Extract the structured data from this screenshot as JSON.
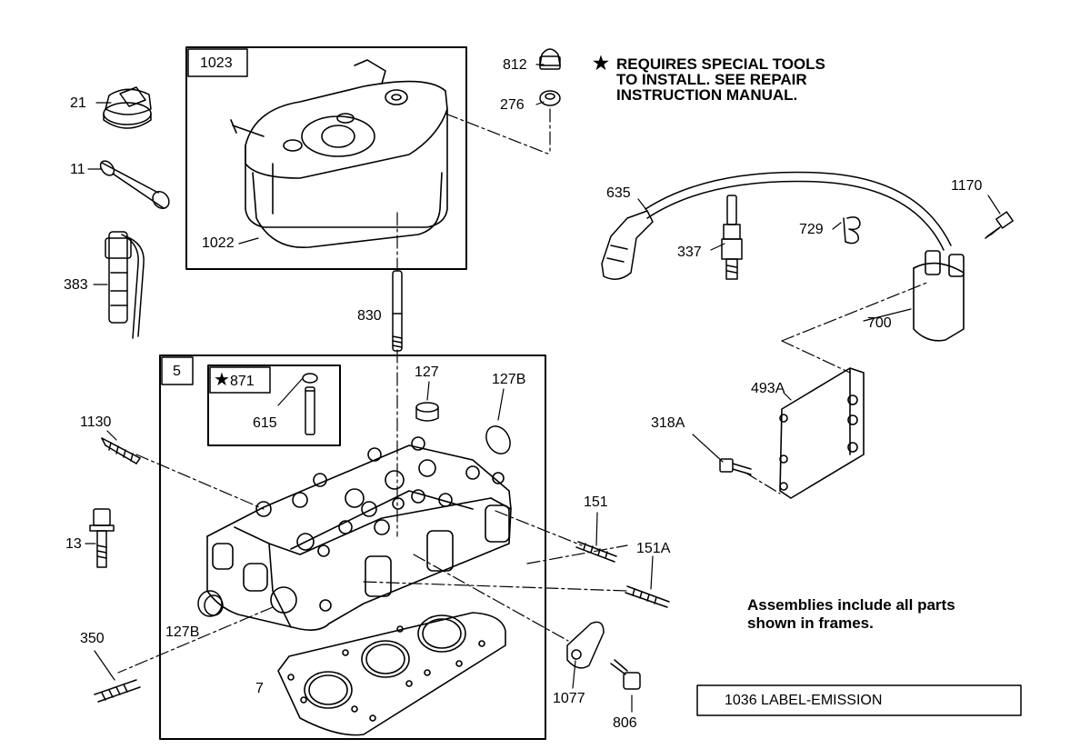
{
  "note": {
    "star": "★",
    "lines": [
      "REQUIRES SPECIAL TOOLS",
      "TO INSTALL.  SEE REPAIR",
      "INSTRUCTION MANUAL."
    ]
  },
  "assemblies_note": [
    "Assemblies include all parts",
    "shown in frames."
  ],
  "emission_label": "1036 LABEL-EMISSION",
  "frames": {
    "cover": "1023",
    "head": "5",
    "special": "871",
    "special_star": "★"
  },
  "parts": {
    "p21": "21",
    "p11": "11",
    "p383": "383",
    "p1022": "1022",
    "p812": "812",
    "p276": "276",
    "p830": "830",
    "p635": "635",
    "p337": "337",
    "p729": "729",
    "p1170": "1170",
    "p700": "700",
    "p493A": "493A",
    "p318A": "318A",
    "p127": "127",
    "p127B_top": "127B",
    "p615": "615",
    "p1130": "1130",
    "p13": "13",
    "p151": "151",
    "p151A": "151A",
    "p350": "350",
    "p127B_bottom": "127B",
    "p7": "7",
    "p1077": "1077",
    "p806": "806"
  }
}
